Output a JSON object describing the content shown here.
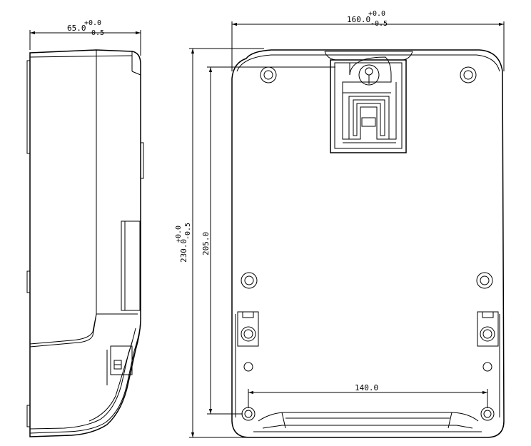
{
  "drawing": {
    "side_view": {
      "width_dim": {
        "nominal": "65.0",
        "upper_tol": "+0.0",
        "lower_tol": "-0.5"
      }
    },
    "rear_view": {
      "width_dim": {
        "nominal": "160.0",
        "upper_tol": "+0.0",
        "lower_tol": "-0.5"
      },
      "height_dim": {
        "nominal": "230.0",
        "upper_tol": "+0.0",
        "lower_tol": "-0.5"
      },
      "hole_vertical_dim": "205.0",
      "hole_horizontal_dim": "140.0"
    }
  }
}
